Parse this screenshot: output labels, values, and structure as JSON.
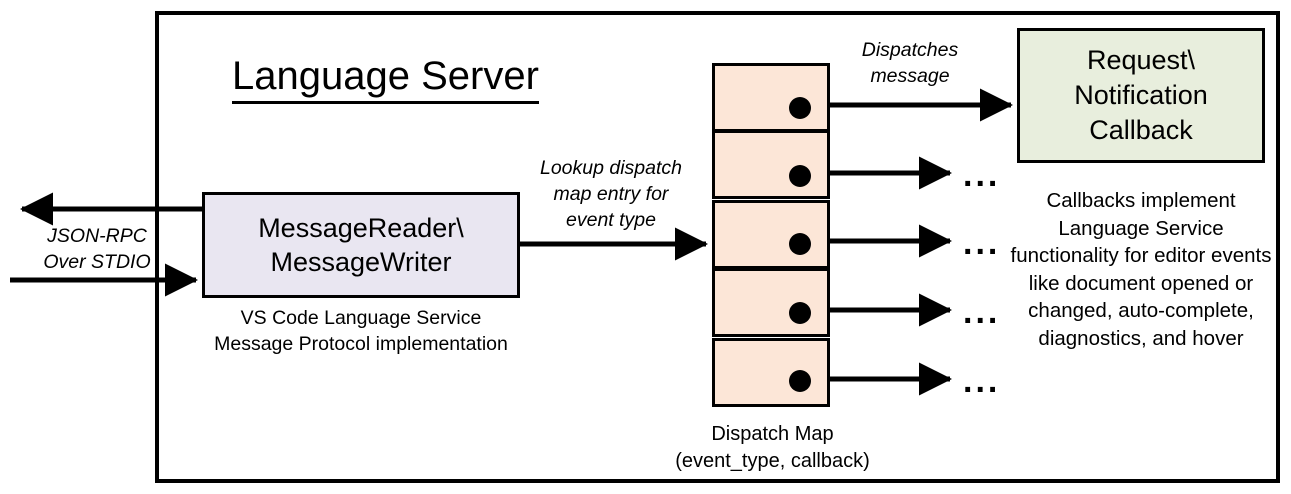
{
  "diagram": {
    "title": "Language Server",
    "boxes": {
      "message_rw": {
        "label": "MessageReader\\\nMessageWriter",
        "fill": "#e9e6f1",
        "caption": "VS Code Language Service\nMessage Protocol implementation"
      },
      "callback": {
        "label": "Request\\\nNotification\nCallback",
        "fill": "#e8eedd",
        "caption": "Callbacks implement Language Service functionality for editor events like document opened or changed, auto-complete, diagnostics, and hover"
      }
    },
    "dispatch_map": {
      "caption": "Dispatch Map\n(event_type, callback)",
      "cell_fill": "#fce6d7",
      "cell_count": 5,
      "cells": [
        {
          "index": 1,
          "marker": "callback-dot"
        },
        {
          "index": 2,
          "marker": "callback-dot"
        },
        {
          "index": 3,
          "marker": "callback-dot"
        },
        {
          "index": 4,
          "marker": "callback-dot"
        },
        {
          "index": 5,
          "marker": "callback-dot"
        }
      ]
    },
    "edge_labels": {
      "jsonrpc": "JSON-RPC\nOver STDIO",
      "lookup": "Lookup dispatch\nmap entry for\nevent type",
      "dispatches": "Dispatches\nmessage"
    },
    "ellipses": [
      "...",
      "...",
      "...",
      "..."
    ],
    "colors": {
      "stroke": "#000000",
      "background": "#ffffff",
      "lavender": "#e9e6f1",
      "green": "#e8eedd",
      "peach": "#fce6d7"
    }
  }
}
